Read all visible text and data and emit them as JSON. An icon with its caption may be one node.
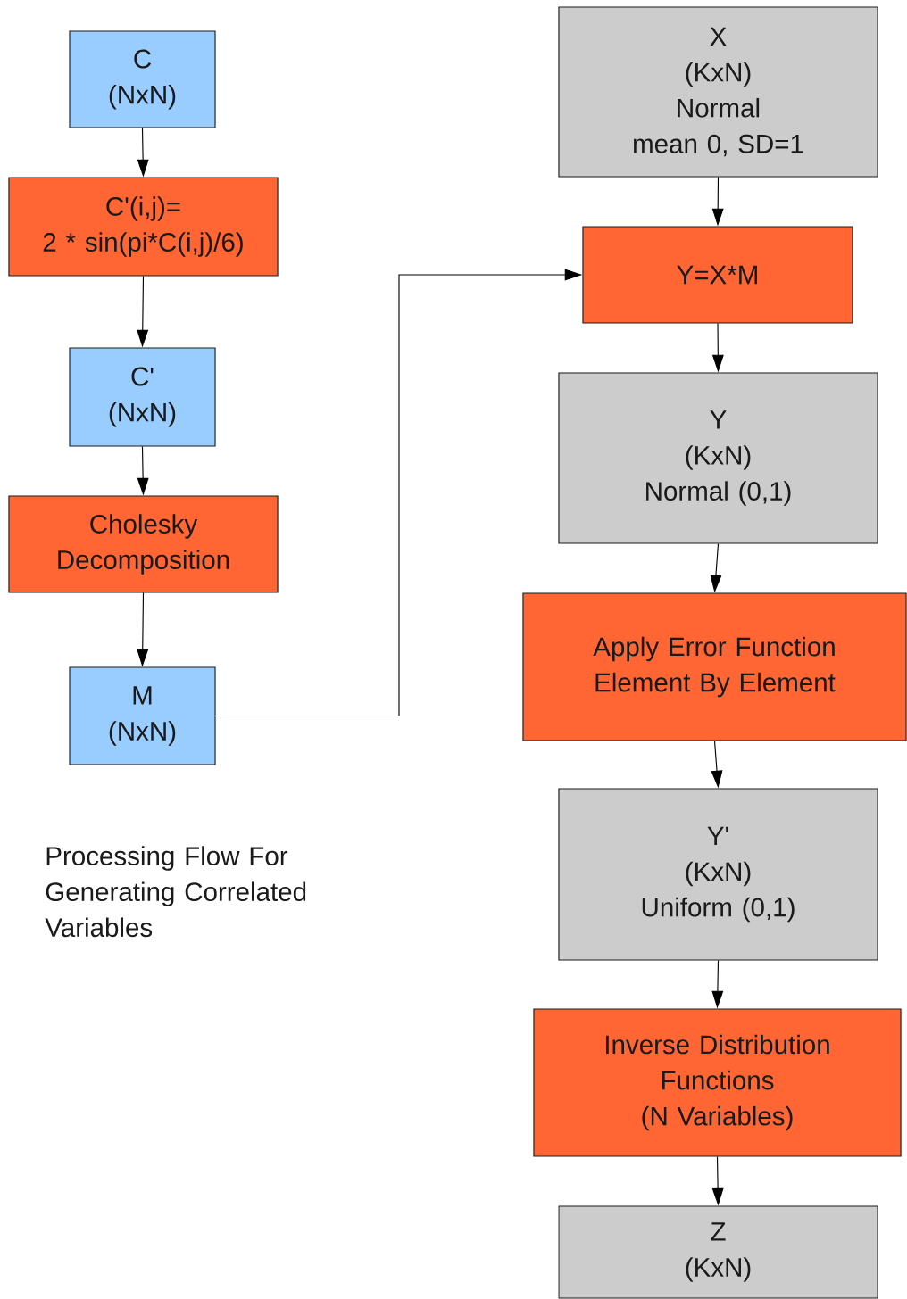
{
  "diagram": {
    "nodes": [
      {
        "text": [
          "C",
          "(NxN)"
        ]
      },
      {
        "text": [
          "C'(i,j)=",
          "2 * sin(pi*C(i,j)/6)"
        ]
      },
      {
        "text": [
          "C'",
          "(NxN)"
        ]
      },
      {
        "text": [
          "Cholesky Decomposition"
        ]
      },
      {
        "text": [
          "M",
          "(NxN)"
        ]
      },
      {
        "text": [
          "X",
          "(KxN)",
          "Normal",
          "mean 0, SD=1"
        ]
      },
      {
        "text": [
          "Y=X*M"
        ]
      },
      {
        "text": [
          "Y",
          "(KxN)",
          "Normal (0,1)"
        ]
      },
      {
        "text": [
          "Apply Error Function Element By Element"
        ]
      },
      {
        "text": [
          "Y'",
          "(KxN)",
          "Uniform (0,1)"
        ]
      },
      {
        "text": [
          "Inverse Distribution Functions",
          "(N Variables)"
        ]
      },
      {
        "text": [
          "Z",
          "(KxN)"
        ]
      }
    ],
    "edges": [
      {
        "from": 0,
        "to": 1,
        "arrow": "to"
      },
      {
        "from": 1,
        "to": 2,
        "arrow": "to"
      },
      {
        "from": 2,
        "to": 3,
        "arrow": "to"
      },
      {
        "from": 3,
        "to": 4,
        "arrow": "to"
      },
      {
        "from": 4,
        "to": 6,
        "arrow": "to"
      },
      {
        "from": 5,
        "to": 6,
        "arrow": "to"
      },
      {
        "from": 6,
        "to": 7,
        "arrow": "to"
      },
      {
        "from": 7,
        "to": 8,
        "arrow": "to"
      },
      {
        "from": 8,
        "to": 9,
        "arrow": "to"
      },
      {
        "from": 9,
        "to": 10,
        "arrow": "to"
      },
      {
        "from": 10,
        "to": 11,
        "arrow": "to"
      }
    ],
    "labels": [
      "Processing Flow For Generating Correlated Variables"
    ]
  }
}
